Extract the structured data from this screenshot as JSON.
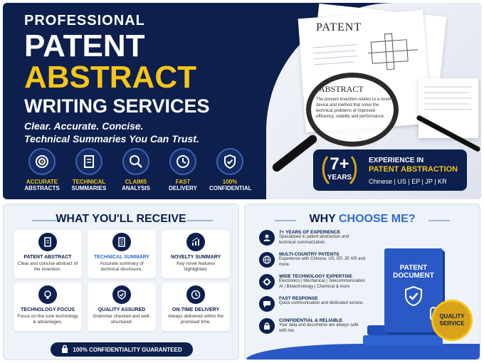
{
  "hero": {
    "line1": "PROFESSIONAL",
    "line2": "PATENT",
    "line3": "ABSTRACT",
    "line4": "WRITING SERVICES",
    "tagline1": "Clear. Accurate. Concise.",
    "tagline2": "Technical Summaries You Can Trust.",
    "features": [
      {
        "icon": "target-icon",
        "t1": "ACCURATE",
        "t2": "ABSTRACTS"
      },
      {
        "icon": "document-icon",
        "t1": "TECHNICAL",
        "t2": "SUMMARIES"
      },
      {
        "icon": "magnifier-icon",
        "t1": "CLAIMS",
        "t2": "ANALYSIS"
      },
      {
        "icon": "clock-icon",
        "t1": "FAST",
        "t2": "DELIVERY"
      },
      {
        "icon": "shield-check-icon",
        "t1": "100%",
        "t2": "CONFIDENTIAL"
      }
    ],
    "paper_title": "PATENT",
    "lens_title": "ABSTRACT",
    "lens_text": "The present invention relates to a novel device and method that solve the technical problems of improved efficiency, stability and performance.",
    "badge_number": "7+",
    "badge_word": "YEARS",
    "exp_line1": "EXPERIENCE IN",
    "exp_line2": "PATENT ABSTRACTION",
    "exp_line3": "Chinese | US | EP | JP | KR"
  },
  "receive": {
    "title": "WHAT YOU'LL RECEIVE",
    "cards": [
      {
        "icon": "document-icon",
        "title": "PATENT ABSTRACT",
        "desc": "Clear and concise abstract of the invention."
      },
      {
        "icon": "list-document-icon",
        "title": "TECHNICAL SUMMARY",
        "desc": "Accurate summary of technical disclosure."
      },
      {
        "icon": "growth-chart-icon",
        "title": "NOVELTY SUMMARY",
        "desc": "Key novel features highlighted."
      },
      {
        "icon": "lightbulb-icon",
        "title": "TECHNOLOGY FOCUS",
        "desc": "Focus on the core technology & advantages."
      },
      {
        "icon": "shield-check-icon",
        "title": "QUALITY ASSURED",
        "desc": "Grammar checked and well-structured."
      },
      {
        "icon": "clock-icon",
        "title": "ON-TIME DELIVERY",
        "desc": "Always delivered within the promised time."
      }
    ],
    "confidential": "100% CONFIDENTIALITY GUARANTEED"
  },
  "choose": {
    "title_a": "WHY",
    "title_b": "CHOOSE ME?",
    "reasons": [
      {
        "icon": "person-icon",
        "title": "7+ YEARS OF EXPERIENCE",
        "desc": "Specialized in patent abstraction and technical summarization."
      },
      {
        "icon": "globe-icon",
        "title": "MULTI-COUNTRY PATENTS",
        "desc": "Experience with Chinese, US, EP, JP, KR and more."
      },
      {
        "icon": "gear-icon",
        "title": "WIDE TECHNOLOGY EXPERTISE",
        "desc": "Electronics | Mechanical | Telecommunication AI | Biotechnology | Chemical & more"
      },
      {
        "icon": "chat-icon",
        "title": "FAST RESPONSE",
        "desc": "Quick communication and dedicated service."
      },
      {
        "icon": "lock-icon",
        "title": "CONFIDENTIAL & RELIABLE",
        "desc": "Your data and documents are always safe with me."
      }
    ],
    "binder_label_1": "PATENT",
    "binder_label_2": "DOCUMENT",
    "seal_1": "QUALITY",
    "seal_2": "SERVICE"
  }
}
